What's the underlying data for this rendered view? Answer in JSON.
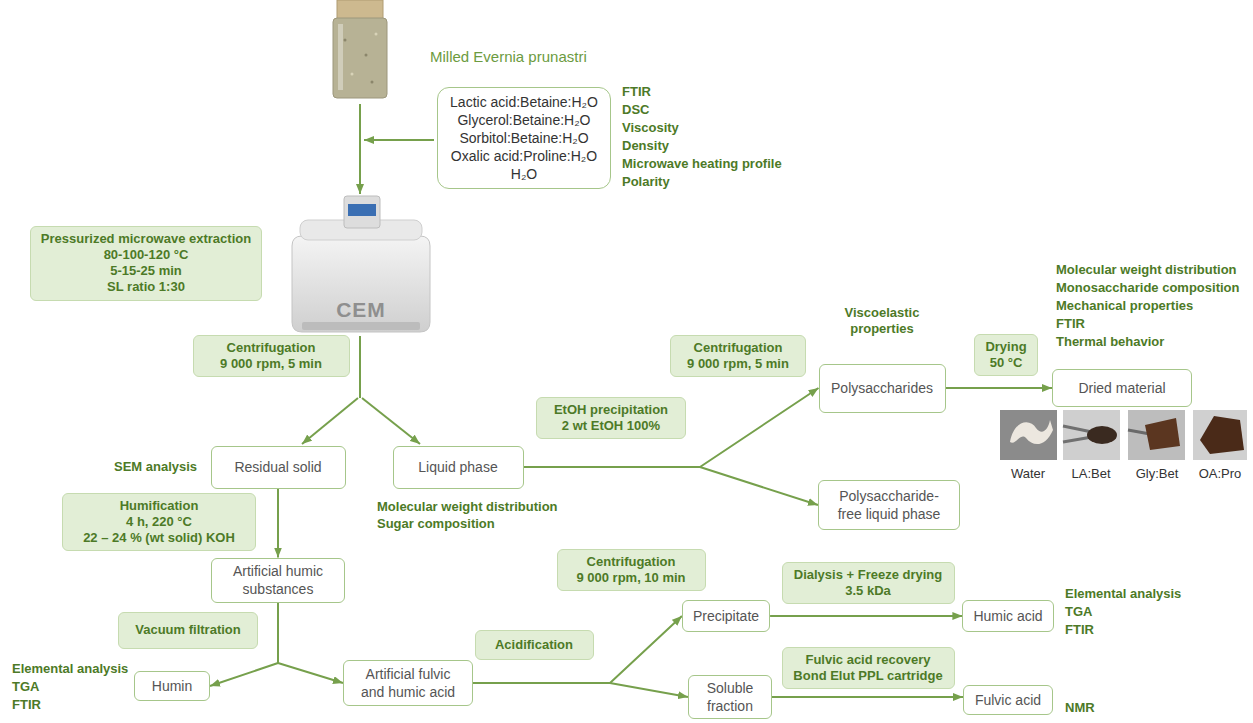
{
  "diagram": {
    "nodes": [
      {
        "text": [
          "Lactic acid:Betaine:H₂O",
          "Glycerol:Betaine:H₂O",
          "Sorbitol:Betaine:H₂O",
          "Oxalic acid:Proline:H₂O",
          "H₂O"
        ]
      },
      {
        "text": [
          "Pressurized microwave extraction",
          "80-100-120 °C",
          "5-15-25 min",
          "SL ratio 1:30"
        ]
      },
      {
        "text": [
          "Centrifugation",
          "9 000 rpm, 5 min"
        ]
      },
      {
        "text": [
          "Residual solid"
        ]
      },
      {
        "text": [
          "Liquid phase"
        ]
      },
      {
        "text": [
          "Humification",
          "4 h, 220 °C",
          "22 – 24 % (wt solid) KOH"
        ]
      },
      {
        "text": [
          "Artificial humic substances"
        ]
      },
      {
        "text": [
          "Vacuum filtration"
        ]
      },
      {
        "text": [
          "Humin"
        ]
      },
      {
        "text": [
          "Artificial fulvic and humic acid"
        ]
      },
      {
        "text": [
          "Acidification"
        ]
      },
      {
        "text": [
          "Centrifugation",
          "9 000 rpm, 10 min"
        ]
      },
      {
        "text": [
          "Precipitate"
        ]
      },
      {
        "text": [
          "Soluble fraction"
        ]
      },
      {
        "text": [
          "Dialysis + Freeze drying",
          "3.5 kDa"
        ]
      },
      {
        "text": [
          "Humic acid"
        ]
      },
      {
        "text": [
          "Fulvic acid recovery",
          "Bond Elut PPL cartridge"
        ]
      },
      {
        "text": [
          "Fulvic acid"
        ]
      },
      {
        "text": [
          "EtOH precipitation",
          "2 wt EtOH 100%"
        ]
      },
      {
        "text": [
          "Centrifugation",
          "9 000 rpm, 5 min"
        ]
      },
      {
        "text": [
          "Polysaccharides"
        ]
      },
      {
        "text": [
          "Polysaccharide-free liquid phase"
        ]
      },
      {
        "text": [
          "Drying",
          "50 °C"
        ]
      },
      {
        "text": [
          "Dried material"
        ]
      }
    ],
    "edges": [
      {
        "from": 3,
        "to": 6,
        "arrow": "to"
      },
      {
        "from": 6,
        "to": 8,
        "arrow": "to"
      },
      {
        "from": 6,
        "to": 9,
        "arrow": "to"
      },
      {
        "from": 4,
        "to": 20,
        "arrow": "to"
      },
      {
        "from": 4,
        "to": 21,
        "arrow": "to"
      },
      {
        "from": 20,
        "to": 23,
        "arrow": "to"
      },
      {
        "from": 9,
        "to": 12,
        "arrow": "to"
      },
      {
        "from": 9,
        "to": 13,
        "arrow": "to"
      },
      {
        "from": 12,
        "to": 15,
        "arrow": "to"
      },
      {
        "from": 13,
        "to": 17,
        "arrow": "to"
      }
    ],
    "labels": [
      "Milled Evernia prunastri",
      "FTIR",
      "DSC",
      "Viscosity",
      "Density",
      "Microwave heating profile",
      "Polarity",
      "CEM",
      "SEM analysis",
      "Molecular weight distribution",
      "Sugar composition",
      "Viscoelastic properties",
      "Molecular weight distribution",
      "Monosaccharide composition",
      "Mechanical properties",
      "FTIR",
      "Thermal behavior",
      "Water",
      "LA:Bet",
      "Gly:Bet",
      "OA:Pro",
      "Elemental analysis",
      "TGA",
      "FTIR",
      "Elemental analysis",
      "TGA",
      "FTIR",
      "NMR"
    ]
  }
}
